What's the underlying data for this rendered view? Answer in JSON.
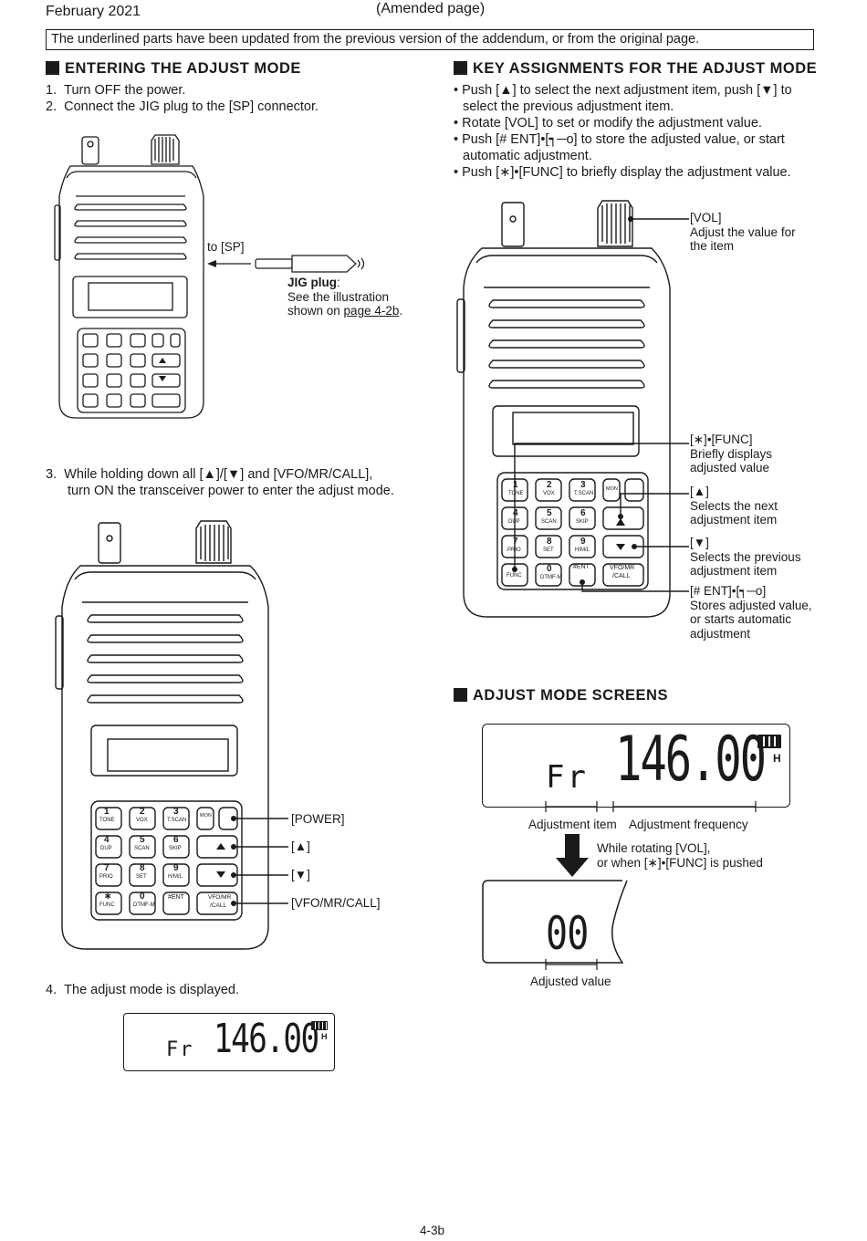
{
  "header": {
    "date": "February 2021",
    "amended": "(Amended page)",
    "notice": "The underlined parts have been updated from the previous version of the addendum, or from the original page."
  },
  "left": {
    "title": "ENTERING THE ADJUST MODE",
    "step1": "1.  Turn OFF the power.",
    "step2": "2.  Connect the JIG plug to the [SP] connector.",
    "to_sp": "to [SP]",
    "jig_title": "JIG plug",
    "jig_colon": ":",
    "jig_line1": "See the illustration",
    "jig_line2_a": "shown on ",
    "jig_line2_link": "page 4-2b",
    "jig_line2_b": ".",
    "step3_line1": "3.  While holding down all [▲]/[▼] and [VFO/MR/CALL],",
    "step3_line2": "turn ON the transceiver power to enter the adjust mode.",
    "callout_power": "[POWER]",
    "callout_up": "[▲]",
    "callout_down": "[▼]",
    "callout_vfo": "[VFO/MR/CALL]",
    "step4": "4.  The adjust mode is displayed.",
    "lcd_fr": "Fr",
    "lcd_freq": "146.00",
    "lcd_h": "H"
  },
  "right": {
    "title": "KEY ASSIGNMENTS FOR THE ADJUST MODE",
    "bullets": [
      "• Push [▲] to select the next adjustment item, push [▼] to select the previous adjustment item.",
      "• Rotate [VOL] to set or modify the adjustment value.",
      "• Push [# ENT]•[┑─o] to store the adjusted value, or start automatic adjustment.",
      "• Push [∗]•[FUNC] to briefly display the adjustment value."
    ],
    "vol_label": "[VOL]",
    "vol_desc1": "Adjust the value for",
    "vol_desc2": "the item",
    "func_label": "[∗]•[FUNC]",
    "func_desc1": "Briefly displays",
    "func_desc2": "adjusted value",
    "up_label": "[▲]",
    "up_desc1": "Selects the next",
    "up_desc2": "adjustment item",
    "down_label": "[▼]",
    "down_desc1": "Selects the previous",
    "down_desc2": "adjustment item",
    "ent_label": "[# ENT]•[┑─o]",
    "ent_desc1": "Stores adjusted value,",
    "ent_desc2": "or starts automatic",
    "ent_desc3": "adjustment",
    "screens_title": "ADJUST MODE SCREENS",
    "adj_item": "Adjustment item",
    "adj_freq": "Adjustment frequency",
    "while1": "While rotating [VOL],",
    "while2": "or when [∗]•[FUNC] is pushed",
    "adj_value": "Adjusted value",
    "lcd_value": "00"
  },
  "keys": {
    "k1": "1",
    "k1s": "TONE",
    "k2": "2",
    "k2s": "VOX",
    "k3": "3",
    "k3s": "T.SCAN",
    "kmon": "MON",
    "k4": "4",
    "k4s": "DUP",
    "k5": "5",
    "k5s": "SCAN",
    "k6": "6",
    "k6s": "SKIP",
    "k7": "7",
    "k7s": "PRIO",
    "k8": "8",
    "k8s": "SET",
    "k9": "9",
    "k9s": "H/M/L",
    "kstar": "∗",
    "kstars": "FUNC",
    "k0": "0",
    "k0s": "DTMF-M",
    "kent": "#ENT",
    "kvfo1": "VFO/MR",
    "kvfo2": "/CALL"
  },
  "footer": {
    "page": "4-3b"
  }
}
